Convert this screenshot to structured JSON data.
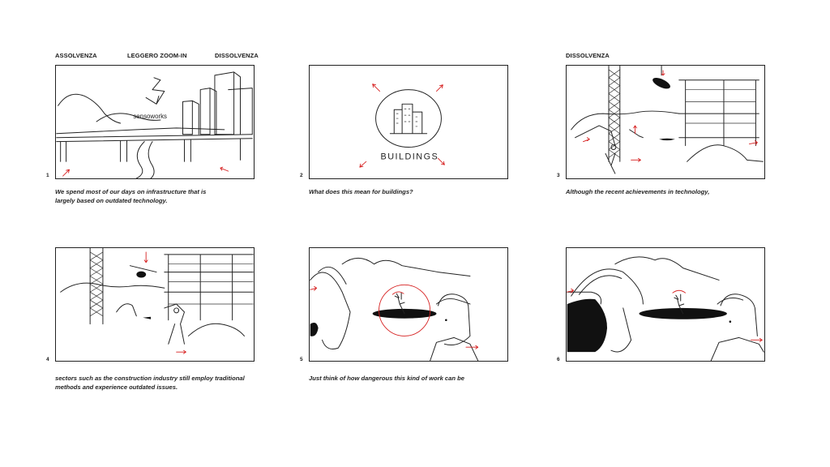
{
  "transitions": {
    "frame1_left": "ASSOLVENZA",
    "frame1_center": "LEGGERO ZOOM-IN",
    "frame1_right": "DISSOLVENZA",
    "frame3_left": "DISSOLVENZA"
  },
  "frames": [
    {
      "number": "1",
      "caption_lines": [
        "We spend most of our days on infrastructure that is",
        "largely based on outdated technology."
      ],
      "sketch_text": "sensoworks"
    },
    {
      "number": "2",
      "caption_lines": [
        "What does this mean for buildings?"
      ],
      "sketch_text": "BUILDINGS"
    },
    {
      "number": "3",
      "caption_lines": [
        "Although the recent achievements in technology,"
      ]
    },
    {
      "number": "4",
      "caption_lines": [
        "sectors such as the construction industry still employ traditional",
        "methods and experience outdated issues."
      ]
    },
    {
      "number": "5",
      "caption_lines": [
        "Just think of how dangerous this kind of work can be"
      ]
    },
    {
      "number": "6",
      "caption_lines": []
    }
  ],
  "colors": {
    "ink": "#222222",
    "accent_red": "#d61f1f",
    "background": "#ffffff"
  }
}
